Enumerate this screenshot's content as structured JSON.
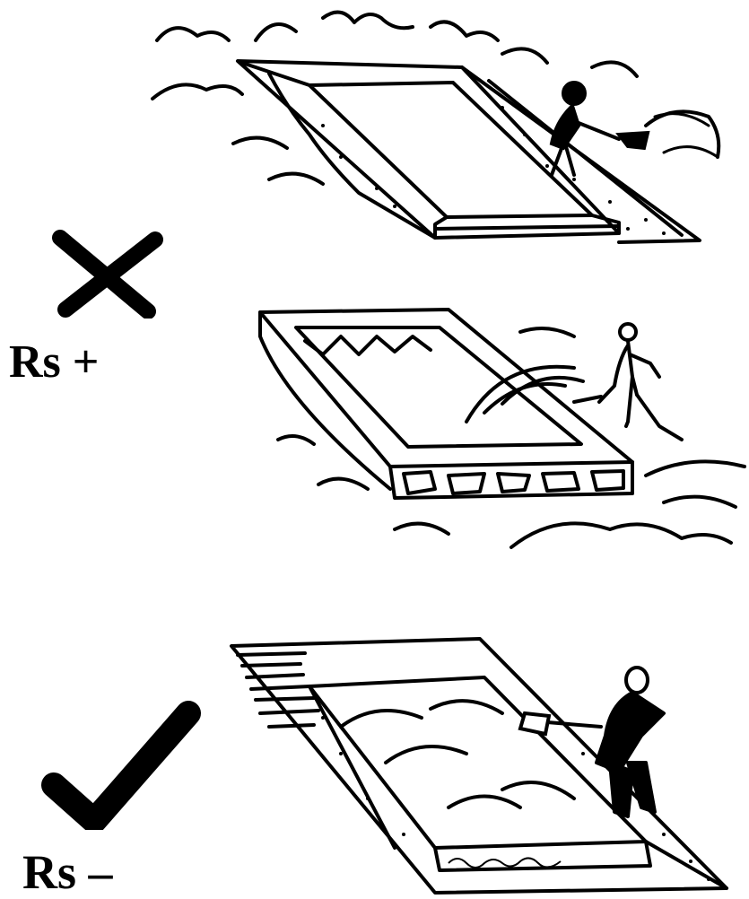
{
  "labels": {
    "cost_plus": "Rs +",
    "cost_minus": "Rs –"
  },
  "marks": {
    "wrong": "cross-mark",
    "right": "check-mark"
  },
  "scenes": [
    {
      "name": "raised-bed-wrong",
      "verdict": "wrong"
    },
    {
      "name": "bed-walled-stones",
      "verdict": "wrong"
    },
    {
      "name": "sunken-bed-right",
      "verdict": "right"
    }
  ],
  "colors": {
    "ink": "#000000",
    "paper": "#ffffff"
  },
  "signature": "signature"
}
